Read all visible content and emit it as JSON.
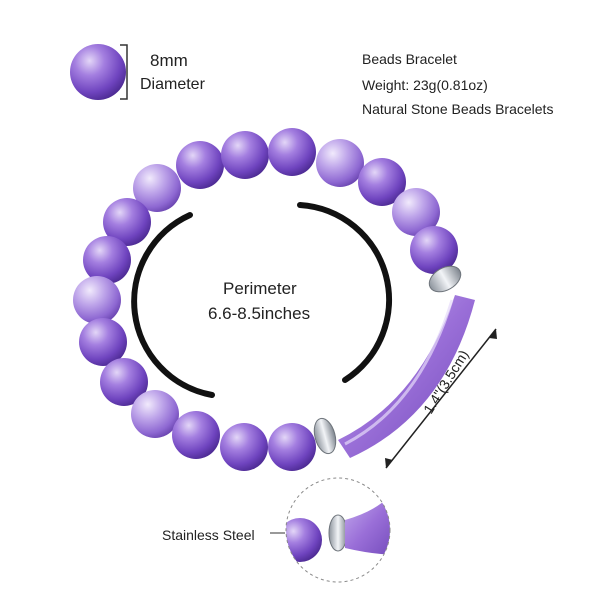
{
  "bead_diameter": {
    "size": "8mm",
    "label": "Diameter"
  },
  "product_info": {
    "line1": "Beads Bracelet",
    "line2": "Weight: 23g(0.81oz)",
    "line3": "Natural Stone Beads Bracelets"
  },
  "perimeter": {
    "label": "Perimeter",
    "value": "6.6-8.5inches"
  },
  "tube_length": "1.4\"(3.5cm)",
  "spacer_label": "Stainless Steel",
  "colors": {
    "amethyst_dark": "#6a3fb5",
    "amethyst_light": "#b9a0e6",
    "steel": "#c9ced6",
    "tube": "#9b6fd6"
  }
}
